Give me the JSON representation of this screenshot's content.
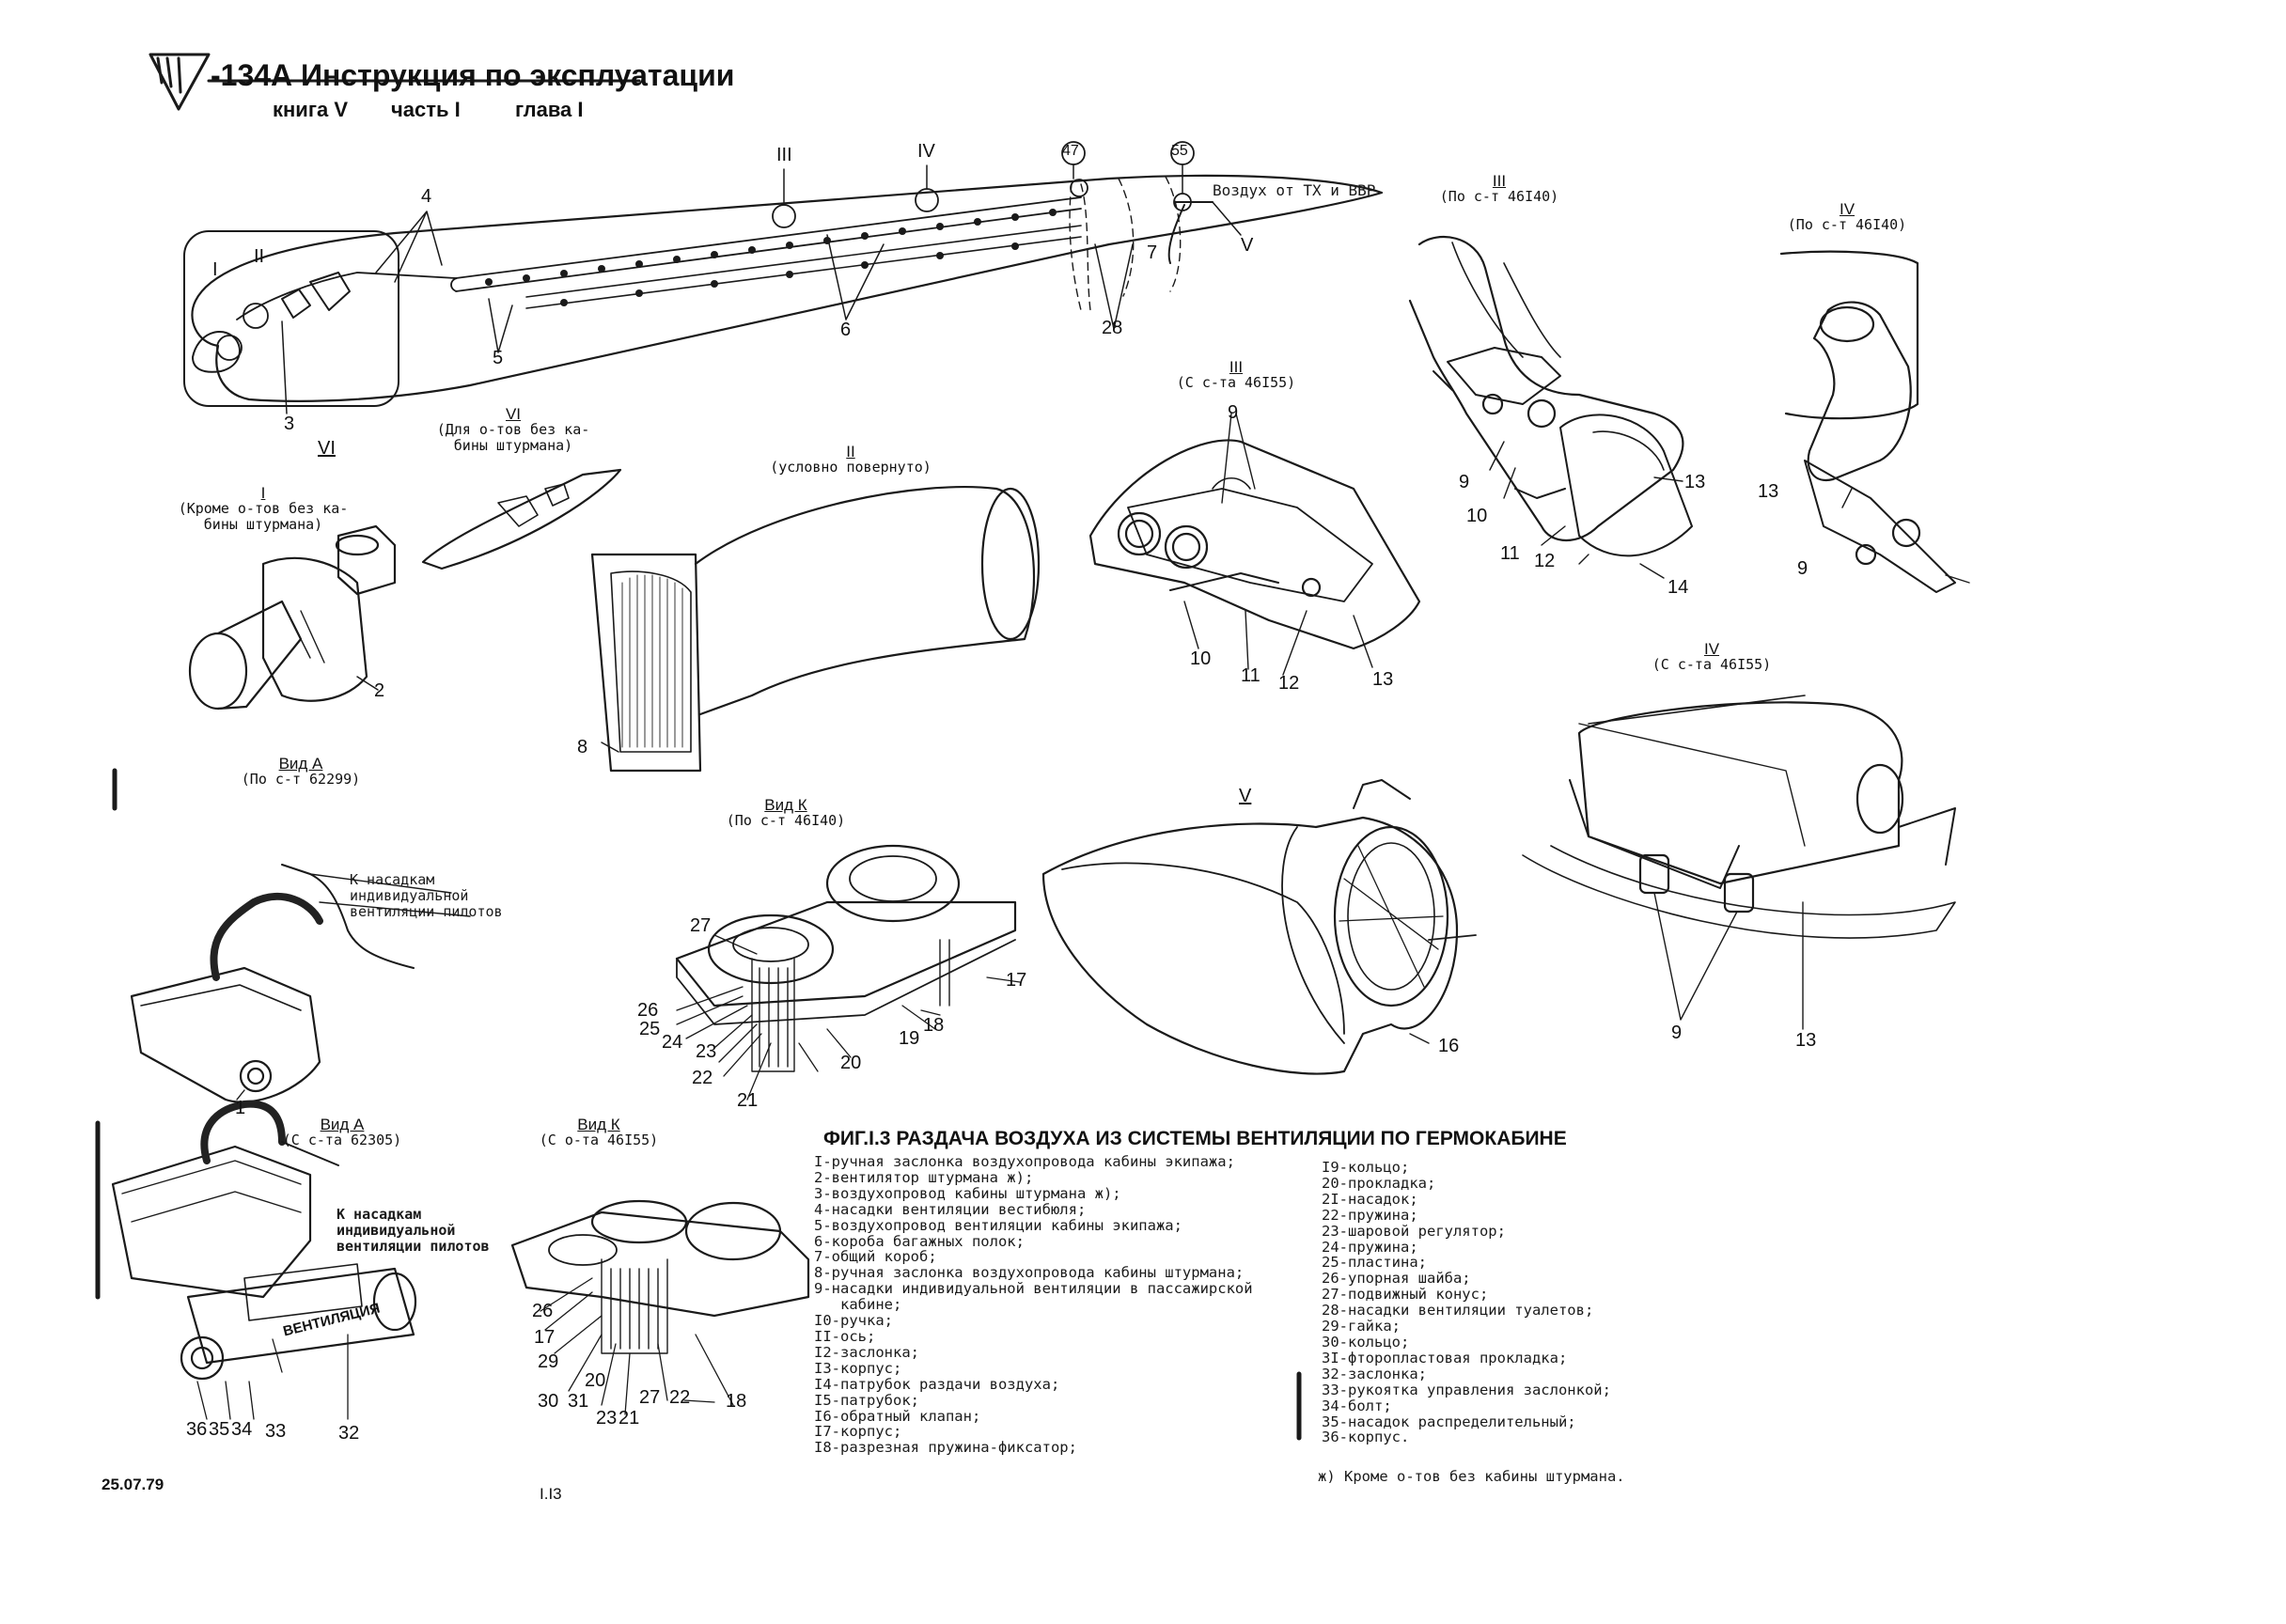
{
  "header": {
    "doc_id": "-134А Инструкция по эксплуатации",
    "book": "книга V",
    "part": "часть I",
    "chapter": "глава I"
  },
  "overview": {
    "roman_I": "I",
    "roman_II": "II",
    "roman_III": "III",
    "roman_IV": "IV",
    "roman_V": "V",
    "roman_VI": "VI",
    "circle_47": "47",
    "circle_55": "55",
    "air_from": "Воздух от ТХ и ВВР",
    "num_3": "3",
    "num_4": "4",
    "num_5": "5",
    "num_6": "6",
    "num_7": "7",
    "num_28": "28"
  },
  "views": {
    "III_461_40": {
      "roman": "III",
      "note": "(По с-т 46I40)"
    },
    "IV_461_40": {
      "roman": "IV",
      "note": "(По с-т 46I40)"
    },
    "III_461_55": {
      "roman": "III",
      "note": "(С с-та 46I55)"
    },
    "IV_461_55": {
      "roman": "IV",
      "note": "(С с-та 46I55)"
    },
    "VI": {
      "roman": "VI",
      "note1": "(Для о-тов без ка-",
      "note2": "бины штурмана)"
    },
    "II": {
      "roman": "II",
      "note": "(условно повернуто)"
    },
    "I": {
      "roman": "I",
      "note1": "(Кроме о-тов без ка-",
      "note2": "бины штурмана)"
    },
    "A_62299": {
      "title": "Вид А",
      "note": "(По с-т 62299)"
    },
    "K_46140": {
      "title": "Вид К",
      "note": "(По с-т 46I40)"
    },
    "V": {
      "roman": "V"
    },
    "A_62305": {
      "title": "Вид А",
      "note": "(С с-та 62305)"
    },
    "K_46155": {
      "title": "Вид К",
      "note": "(С о-та 46I55)"
    }
  },
  "callouts": {
    "k_nasadkam_1": "К насадкам",
    "k_nasadkam_2": "индивидуальной",
    "k_nasadkam_3": "вентиляции пилотов",
    "ventilyaciya_label": "ВЕНТИЛЯЦИЯ"
  },
  "part_numbers": {
    "v3_9": "9",
    "v3_10": "10",
    "v3_11": "11",
    "v3_12": "12",
    "v3_13": "13",
    "v3_14": "14",
    "v4_13": "13",
    "v4_9": "9",
    "v355_9": "9",
    "v355_10": "10",
    "v355_11": "11",
    "v355_12": "12",
    "v355_13": "13",
    "v455_9": "9",
    "v455_13": "13",
    "vI_2": "2",
    "vII_8": "8",
    "vA1_1": "1",
    "vK1_27": "27",
    "vK1_17": "17",
    "vK1_18": "18",
    "vK1_19": "19",
    "vK1_20": "20",
    "vK1_26": "26",
    "vK1_25": "25",
    "vK1_24": "24",
    "vK1_23": "23",
    "vK1_22": "22",
    "vK1_21": "21",
    "vV_16": "16",
    "vA2_36": "36",
    "vA2_35": "35",
    "vA2_34": "34",
    "vA2_33": "33",
    "vA2_32": "32",
    "vK2_26": "26",
    "vK2_17": "17",
    "vK2_29": "29",
    "vK2_20": "20",
    "vK2_30": "30",
    "vK2_31": "31",
    "vK2_23": "23",
    "vK2_21": "21",
    "vK2_27": "27",
    "vK2_22": "22",
    "vK2_18": "18"
  },
  "figure": {
    "caption": "ФИГ.I.3  РАЗДАЧА  ВОЗДУХА  ИЗ  СИСТЕМЫ ВЕНТИЛЯЦИИ  ПО ГЕРМОКАБИНЕ",
    "legend_left": [
      "I-ручная заслонка воздухопровода кабины экипажа;",
      "2-вентилятор штурмана ж);",
      "3-воздухопровод кабины штурмана ж);",
      "4-насадки вентиляции вестибюля;",
      "5-воздухопровод вентиляции кабины экипажа;",
      "6-короба багажных полок;",
      "7-общий короб;",
      "8-ручная заслонка воздухопровода кабины штурмана;",
      "9-насадки индивидуальной вентиляции в пассажирской",
      "   кабине;",
      "I0-ручка;",
      "II-ось;",
      "I2-заслонка;",
      "I3-корпус;",
      "I4-патрубок раздачи воздуха;",
      "I5-патрубок;",
      "I6-обратный клапан;",
      "I7-корпус;",
      "I8-разрезная пружина-фиксатор;"
    ],
    "legend_right": [
      "I9-кольцо;",
      "20-прокладка;",
      "2I-насадок;",
      "22-пружина;",
      "23-шаровой регулятор;",
      "24-пружина;",
      "25-пластина;",
      "26-упорная шайба;",
      "27-подвижный конус;",
      "28-насадки вентиляции туалетов;",
      "29-гайка;",
      "30-кольцо;",
      "3I-фторопластовая прокладка;",
      "32-заслонка;",
      "33-рукоятка управления заслонкой;",
      "34-болт;",
      "35-насадок распределительный;",
      "36-корпус."
    ],
    "footnote": "ж)  Кроме о-тов без кабины штурмана."
  },
  "footer": {
    "date": "25.07.79",
    "page": "I.I3"
  }
}
